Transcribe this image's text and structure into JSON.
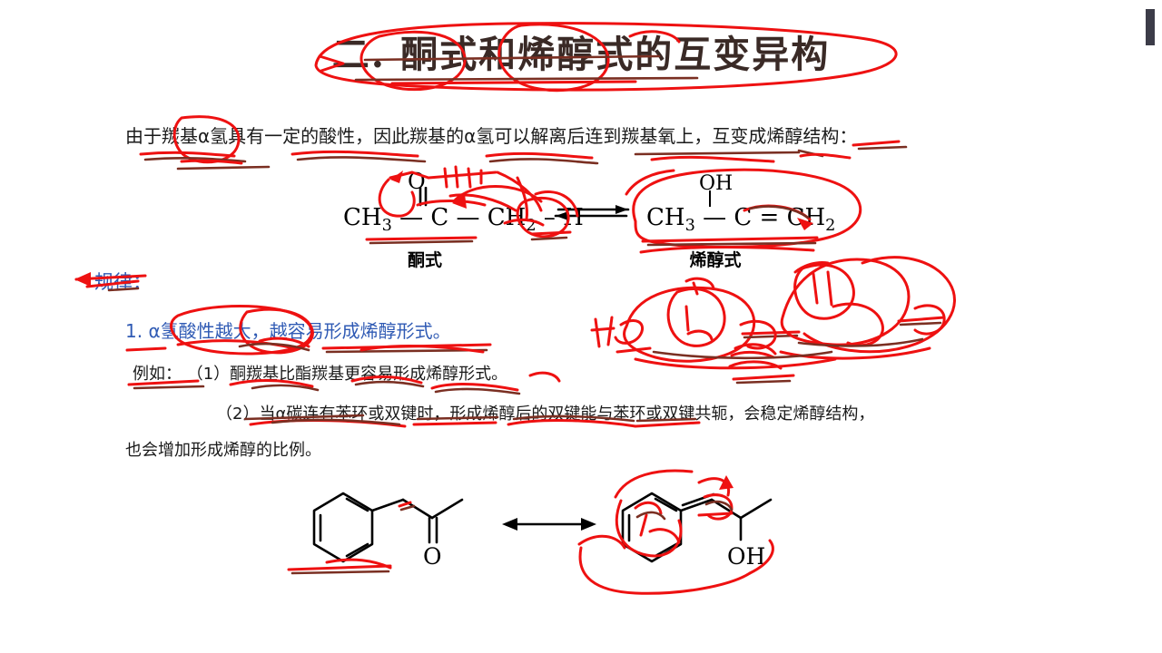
{
  "slide": {
    "title": "二.  酮式和烯醇式的互变异构",
    "body_paragraph": "由于羰基α氢具有一定的酸性，因此羰基的α氢可以解离后连到羰基氧上，互变成烯醇结构：",
    "rules_heading": "规律：",
    "rule_1": "1. α氢酸性越大，越容易形成烯醇形式。",
    "example_1": "例如：   （1）酮羰基比酯羰基更容易形成烯醇形式。",
    "example_2_line1": "（2）当α碳连有苯环或双键时，形成烯醇后的双键能与苯环或双键共轭，会稳定烯醇结构，",
    "example_2_line2": "也会增加形成烯醇的比例。"
  },
  "scheme_top": {
    "keto_formula": "CH₃ — C — CH₂ – H",
    "keto_carbonyl_o": "O",
    "keto_label": "酮式",
    "enol_formula": "CH₃ — C = CH₂",
    "enol_hydroxyl": "OH",
    "enol_label": "烯醇式",
    "arrow": "equilibrium-arrow"
  },
  "scheme_bottom": {
    "left_structure": "phenylacetone-keto",
    "left_carbonyl_o": "O",
    "right_structure": "phenylacetone-enol",
    "right_hydroxyl": "OH",
    "arrow": "double-headed-arrow"
  },
  "annotations": {
    "ink_color": "#ee1111",
    "ink_dark_color": "#7a2f22",
    "description": "red handwritten circles, underlines, arrows and scribbles over the slide"
  },
  "colors": {
    "title_text": "#3a2a26",
    "body_text": "#1a1a1a",
    "accent_blue": "#2f5ab4",
    "background": "#ffffff",
    "corner_bar": "#3c3c48"
  }
}
